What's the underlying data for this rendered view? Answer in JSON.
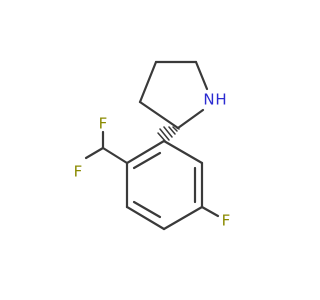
{
  "molecule": {
    "description_text": "",
    "atoms": {
      "nitrogen": {
        "symbol": "N",
        "hydrogen": "H",
        "color": "#2b2bd1"
      },
      "fluorine_chf2_top": {
        "symbol": "F",
        "color": "#8a8a00"
      },
      "fluorine_chf2_left": {
        "symbol": "F",
        "color": "#8a8a00"
      },
      "fluorine_ring": {
        "symbol": "F",
        "color": "#8a8a00"
      }
    },
    "bond_color": "#3a3a3a",
    "background": "#ffffff"
  }
}
